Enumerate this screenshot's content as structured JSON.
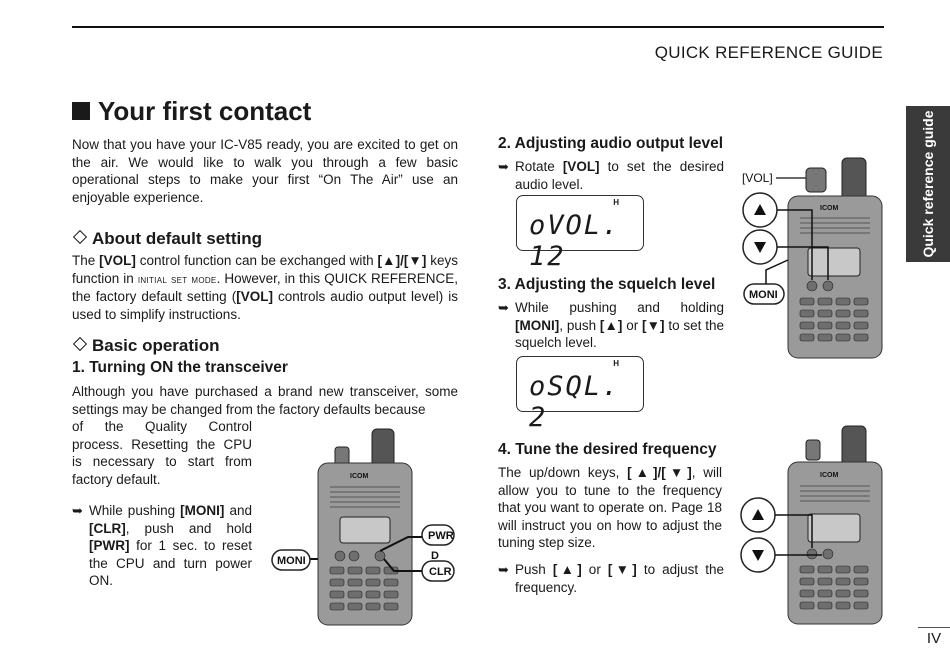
{
  "header": {
    "guide_title": "QUICK REFERENCE GUIDE"
  },
  "side_tab": {
    "label": "Quick reference guide"
  },
  "footer": {
    "page_number": "IV"
  },
  "main": {
    "title": "Your first contact",
    "intro": "Now that you have your IC-V85 ready, you are excited to get on the air. We would like to walk you through a few basic operational steps to make your first “On The Air” use an enjoyable experience."
  },
  "default_setting": {
    "heading": "About default setting",
    "p1": "The ",
    "vol": "[VOL]",
    "p2": " control function can be exchanged with ",
    "keys": "[▲]/[▼]",
    "p3": " keys function in ",
    "mode": "initial set mode",
    "p4": ". However, in this QUICK REFERENCE, the factory default setting (",
    "p5": " controls audio output level) is used to simplify instructions."
  },
  "basic_operation": {
    "heading": "Basic operation",
    "step1": {
      "heading": "1. Turning ON the transceiver",
      "para_full": "Although you have purchased a brand new transceiver, some settings may be changed from the factory defaults because",
      "para_narrow": "of the Quality Control process. Resetting the CPU is necessary to start from factory default.",
      "bullet_a": "While pushing ",
      "bullet_moni": "[MONI]",
      "bullet_b": " and ",
      "bullet_clr": "[CLR]",
      "bullet_c": ", push and hold ",
      "bullet_pwr": "[PWR]",
      "bullet_d": " for 1 sec. to reset the CPU and turn power ON.",
      "labels": {
        "moni": "MONI",
        "pwr": "PWR",
        "clr": "CLR",
        "d": "D"
      }
    },
    "step2": {
      "heading": "2. Adjusting audio output level",
      "bullet_a": "Rotate ",
      "bullet_vol": "[VOL]",
      "bullet_b": " to set the desired audio level.",
      "lcd_h": "H",
      "lcd_text": "oVOL. 12",
      "vol_label": "[VOL]",
      "moni_label": "MONI"
    },
    "step3": {
      "heading": "3. Adjusting the squelch level",
      "bullet_a": "While pushing and holding ",
      "bullet_moni": "[MONI]",
      "bullet_b": ", push ",
      "bullet_up": "[▲]",
      "bullet_or": " or ",
      "bullet_dn": "[▼]",
      "bullet_c": " to set the squelch level.",
      "lcd_h": "H",
      "lcd_text": "oSQL.  2"
    },
    "step4": {
      "heading": "4. Tune the desired frequency",
      "para_a": "The up/down keys, ",
      "para_keys": "[▲]/[▼]",
      "para_b": ", will allow you to tune to the frequency that you want to operate on. Page 18 will instruct you on how to adjust the tuning step size.",
      "bullet_a": "Push ",
      "bullet_up": "[▲]",
      "bullet_or": " or ",
      "bullet_dn": "[▼]",
      "bullet_b": " to adjust the frequency."
    },
    "brand": "ICOM"
  },
  "icons": {
    "bullet": "arrow-bullet-icon",
    "up": "up-arrow-icon",
    "down": "down-arrow-icon"
  }
}
